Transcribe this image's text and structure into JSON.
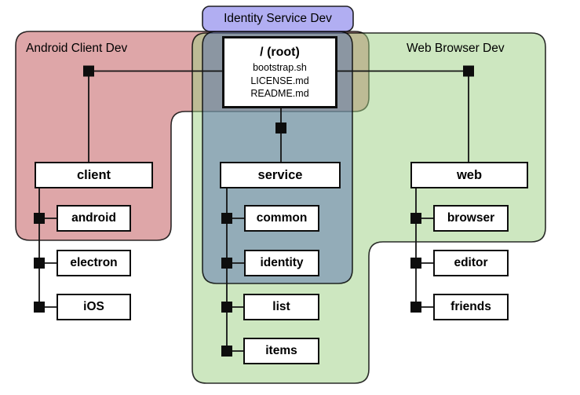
{
  "regions": {
    "android_client": {
      "label": "Android Client Dev",
      "fill": "#BD4D51"
    },
    "identity_service": {
      "label": "Identity Service Dev",
      "fill": "#5971B0",
      "badge_fill": "#B1AEF2"
    },
    "web_browser": {
      "label": "Web Browser Dev",
      "fill": "#9BCF81"
    }
  },
  "tree": {
    "root": {
      "name": "/ (root)",
      "files": [
        "bootstrap.sh",
        "LICENSE.md",
        "README.md"
      ]
    },
    "branches": [
      {
        "name": "client",
        "children": [
          "android",
          "electron",
          "iOS"
        ]
      },
      {
        "name": "service",
        "children": [
          "common",
          "identity",
          "list",
          "items"
        ]
      },
      {
        "name": "web",
        "children": [
          "browser",
          "editor",
          "friends"
        ]
      }
    ]
  }
}
